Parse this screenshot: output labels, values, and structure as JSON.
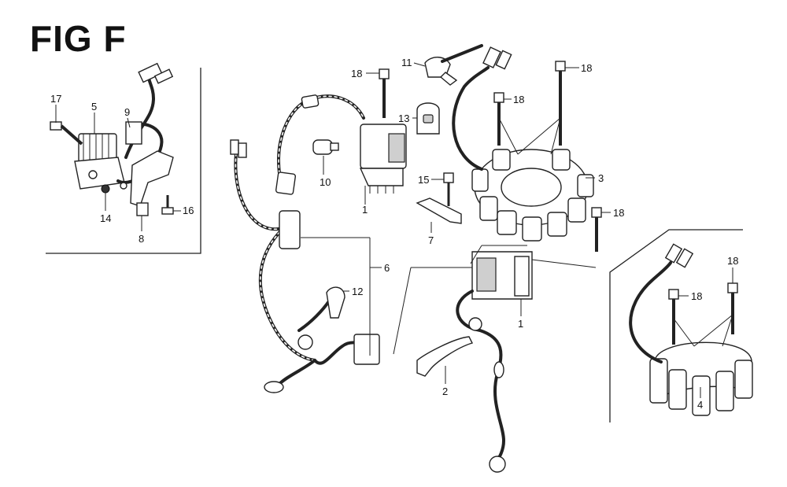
{
  "title": "FIG F",
  "callouts": {
    "c17": "17",
    "c5": "5",
    "c9": "9",
    "c14": "14",
    "c8": "8",
    "c16": "16",
    "c18a": "18",
    "c11": "11",
    "c13": "13",
    "c10": "10",
    "c1a": "1",
    "c15": "15",
    "c7": "7",
    "c18b": "18",
    "c18c": "18",
    "c3": "3",
    "c18d": "18",
    "c6": "6",
    "c12": "12",
    "c1b": "1",
    "c2": "2",
    "c18e": "18",
    "c18f": "18",
    "c4": "4"
  }
}
